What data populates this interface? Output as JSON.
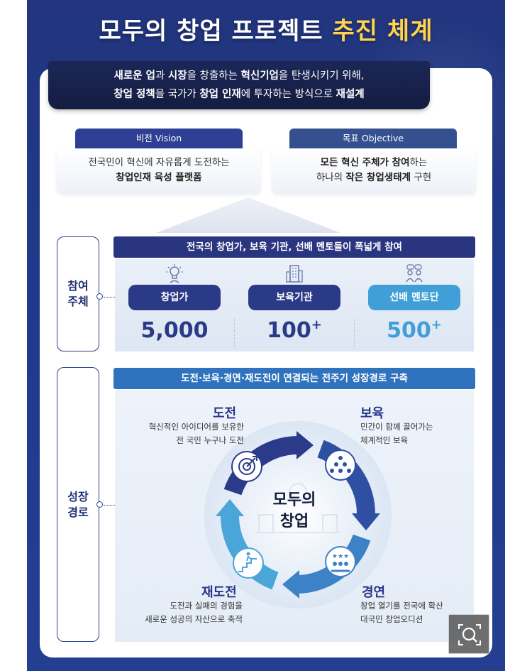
{
  "title": {
    "main": "모두의 창업 프로젝트",
    "highlight": "추진 체계"
  },
  "intro": {
    "line1": {
      "a": "새로운 업",
      "b": "과 ",
      "c": "시장",
      "d": "을 창출하는 ",
      "e": "혁신기업",
      "f": "을 탄생시키기 위해,"
    },
    "line2": {
      "a": "창업 정책",
      "b": "을 국가가 ",
      "c": "창업 인재",
      "d": "에 투자하는 방식으로 ",
      "e": "재설계"
    }
  },
  "vision": {
    "head": "비전 Vision",
    "line1": "전국민이 혁신에 자유롭게 도전하는",
    "line2": "창업인재 육성 플랫폼"
  },
  "objective": {
    "head": "목표 Objective",
    "line1_bold": "모든 혁신 주체가 참여",
    "line1_rest": "하는",
    "line2_a": "하나의 ",
    "line2_b": "작은 창업생태계",
    "line2_c": " 구현"
  },
  "participants": {
    "side_label_1": "참여",
    "side_label_2": "주체",
    "band": "전국의 창업가, 보육 기관, 선배 멘토들이 폭넓게 참여",
    "items": [
      {
        "label": "창업가",
        "value": "5,000",
        "suffix": "",
        "icon": "lightbulb-person-icon",
        "color": "#2a3a86"
      },
      {
        "label": "보육기관",
        "value": "100",
        "suffix": "+",
        "icon": "building-icon",
        "color": "#2a3a86"
      },
      {
        "label": "선배 멘토단",
        "value": "500",
        "suffix": "+",
        "icon": "mentor-group-icon",
        "color": "#3f9fd6"
      }
    ]
  },
  "growth": {
    "side_label_1": "성장",
    "side_label_2": "경로",
    "band": "도전·보육·경연·재도전이 연결되는 전주기 성장경로 구축",
    "center_1": "모두의",
    "center_2": "창업",
    "stages": [
      {
        "title": "도전",
        "desc1": "혁신적인 아이디어를 보유한",
        "desc2": "전 국민 누구나 도전",
        "icon": "target-icon"
      },
      {
        "title": "보육",
        "desc1": "민간이 함께 끌어가는",
        "desc2": "체계적인 보육",
        "icon": "team-pyramid-icon"
      },
      {
        "title": "경연",
        "desc1": "창업 열기를 전국에 확산",
        "desc2": "대국민 창업오디션",
        "icon": "star-people-icon"
      },
      {
        "title": "재도전",
        "desc1": "도전과 실패의 경험을",
        "desc2": "새로운 성공의 자산으로 축적",
        "icon": "climbing-stairs-icon"
      }
    ]
  },
  "colors": {
    "navy": "#1f2f74",
    "blue": "#2a3a86",
    "sky": "#3f9fd6",
    "yellow": "#ffd34a"
  },
  "zoom_icon": "zoom-icon"
}
